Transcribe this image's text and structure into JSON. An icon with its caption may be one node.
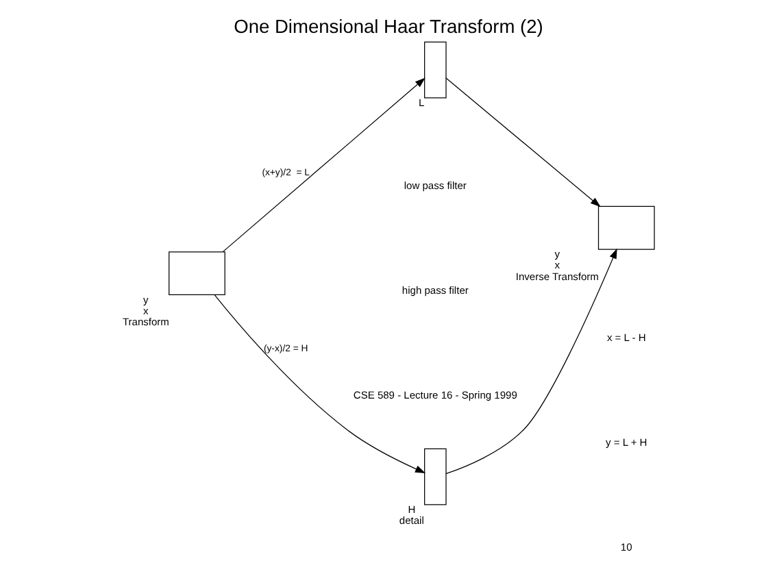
{
  "diagram": {
    "title": "One Dimensional Haar Transform (2)",
    "nodes": [
      {
        "text": [],
        "shape": "box",
        "beside": [
          "y",
          "x",
          "Transform"
        ]
      },
      {
        "text": [],
        "shape": "box",
        "beside": [
          "L"
        ]
      },
      {
        "text": [],
        "shape": "box",
        "beside": [
          "H",
          "detail"
        ]
      },
      {
        "text": [],
        "shape": "box",
        "beside": [
          "y",
          "x",
          "Inverse Transform"
        ]
      }
    ],
    "edges": [
      {
        "from": 0,
        "to": 1,
        "arrow": "to",
        "label": "(x+y)/2  = L"
      },
      {
        "from": 0,
        "to": 2,
        "arrow": "to",
        "label": "(y-x)/2 = H"
      },
      {
        "from": 1,
        "to": 3,
        "arrow": "to"
      },
      {
        "from": 2,
        "to": 3,
        "arrow": "to"
      }
    ],
    "labels": [
      "low pass filter",
      "high pass filter",
      "x = L - H",
      "y = L + H",
      "CSE 589 - Lecture 16 - Spring 1999",
      "10"
    ]
  }
}
